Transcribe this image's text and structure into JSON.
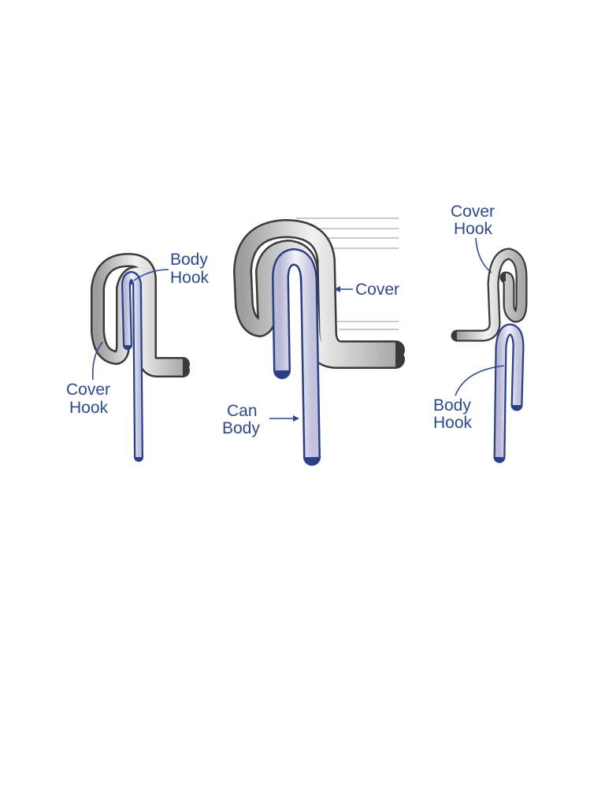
{
  "diagram": {
    "left": {
      "body_hook_label": [
        "Body",
        "Hook"
      ],
      "cover_hook_label": [
        "Cover",
        "Hook"
      ]
    },
    "middle": {
      "cover_label": "Cover",
      "can_body_label": [
        "Can",
        "Body"
      ]
    },
    "right": {
      "cover_hook_label": [
        "Cover",
        "Hook"
      ],
      "body_hook_label": [
        "Body",
        "Hook"
      ]
    }
  },
  "colors": {
    "label_text": "#2f4a8c",
    "cover_metal": "#c9c9c9",
    "cover_outline": "#3a3a3a",
    "body_metal": "#d6d6ea",
    "body_outline": "#2a3f86"
  }
}
